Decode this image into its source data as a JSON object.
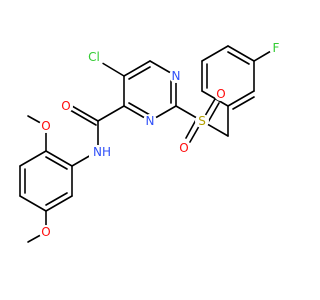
{
  "colors": {
    "bond": "#000000",
    "Cl": "#33cc33",
    "F": "#33cc33",
    "O": "#ff0d0d",
    "N": "#3050f8",
    "S": "#b3a000",
    "C": "#000000"
  },
  "atoms": {
    "cl": "Cl",
    "n3": "N",
    "n1": "N",
    "s": "S",
    "o_s1": "O",
    "o_s2": "O",
    "f": "F",
    "o_amide": "O",
    "nh": "NH",
    "o_ome1": "O",
    "o_ome2": "O"
  }
}
